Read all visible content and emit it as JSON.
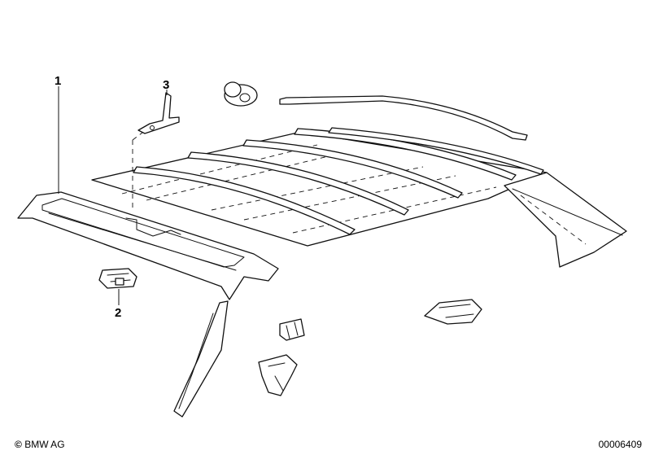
{
  "callouts": [
    {
      "id": "1",
      "label": "1"
    },
    {
      "id": "2",
      "label": "2"
    },
    {
      "id": "3",
      "label": "3"
    }
  ],
  "footer": {
    "copyright_symbol": "©",
    "copyright": "BMW AG",
    "doc_number": "00006409"
  }
}
